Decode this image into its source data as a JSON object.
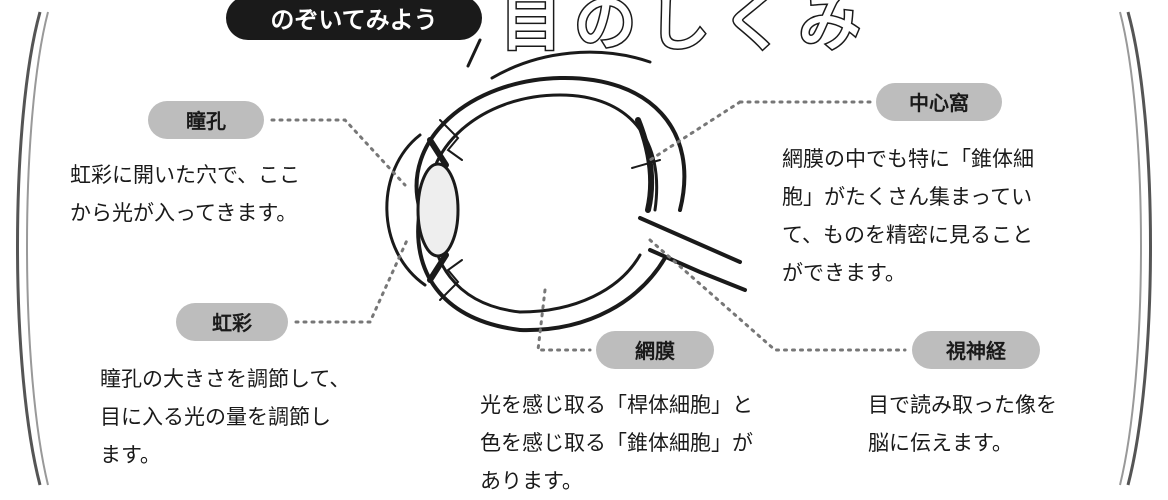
{
  "header": {
    "tag": "のぞいてみよう",
    "title": "目のしくみ"
  },
  "parts": {
    "pupil": {
      "label": "瞳孔",
      "desc": [
        "虹彩に開いた穴で、ここ",
        "から光が入ってきます。"
      ]
    },
    "iris": {
      "label": "虹彩",
      "desc": [
        "瞳孔の大きさを調節して、",
        "目に入る光の量を調節し",
        "ます。"
      ]
    },
    "fovea": {
      "label": "中心窩",
      "desc": [
        "網膜の中でも特に「錐体細",
        "胞」がたくさん集まってい",
        "て、ものを精密に見ること",
        "ができます。"
      ]
    },
    "retina": {
      "label": "網膜",
      "desc": [
        "光を感じ取る「桿体細胞」と",
        "色を感じ取る「錐体細胞」が",
        "あります。"
      ]
    },
    "optic_nerve": {
      "label": "視神経",
      "desc": [
        "目で読み取った像を",
        "脳に伝えます。"
      ]
    }
  },
  "colors": {
    "pill_fill": "#bdbdbd",
    "ink": "#1a1a1a",
    "title_fill": "#ffffff",
    "tag_fill": "#1a1a1a"
  }
}
